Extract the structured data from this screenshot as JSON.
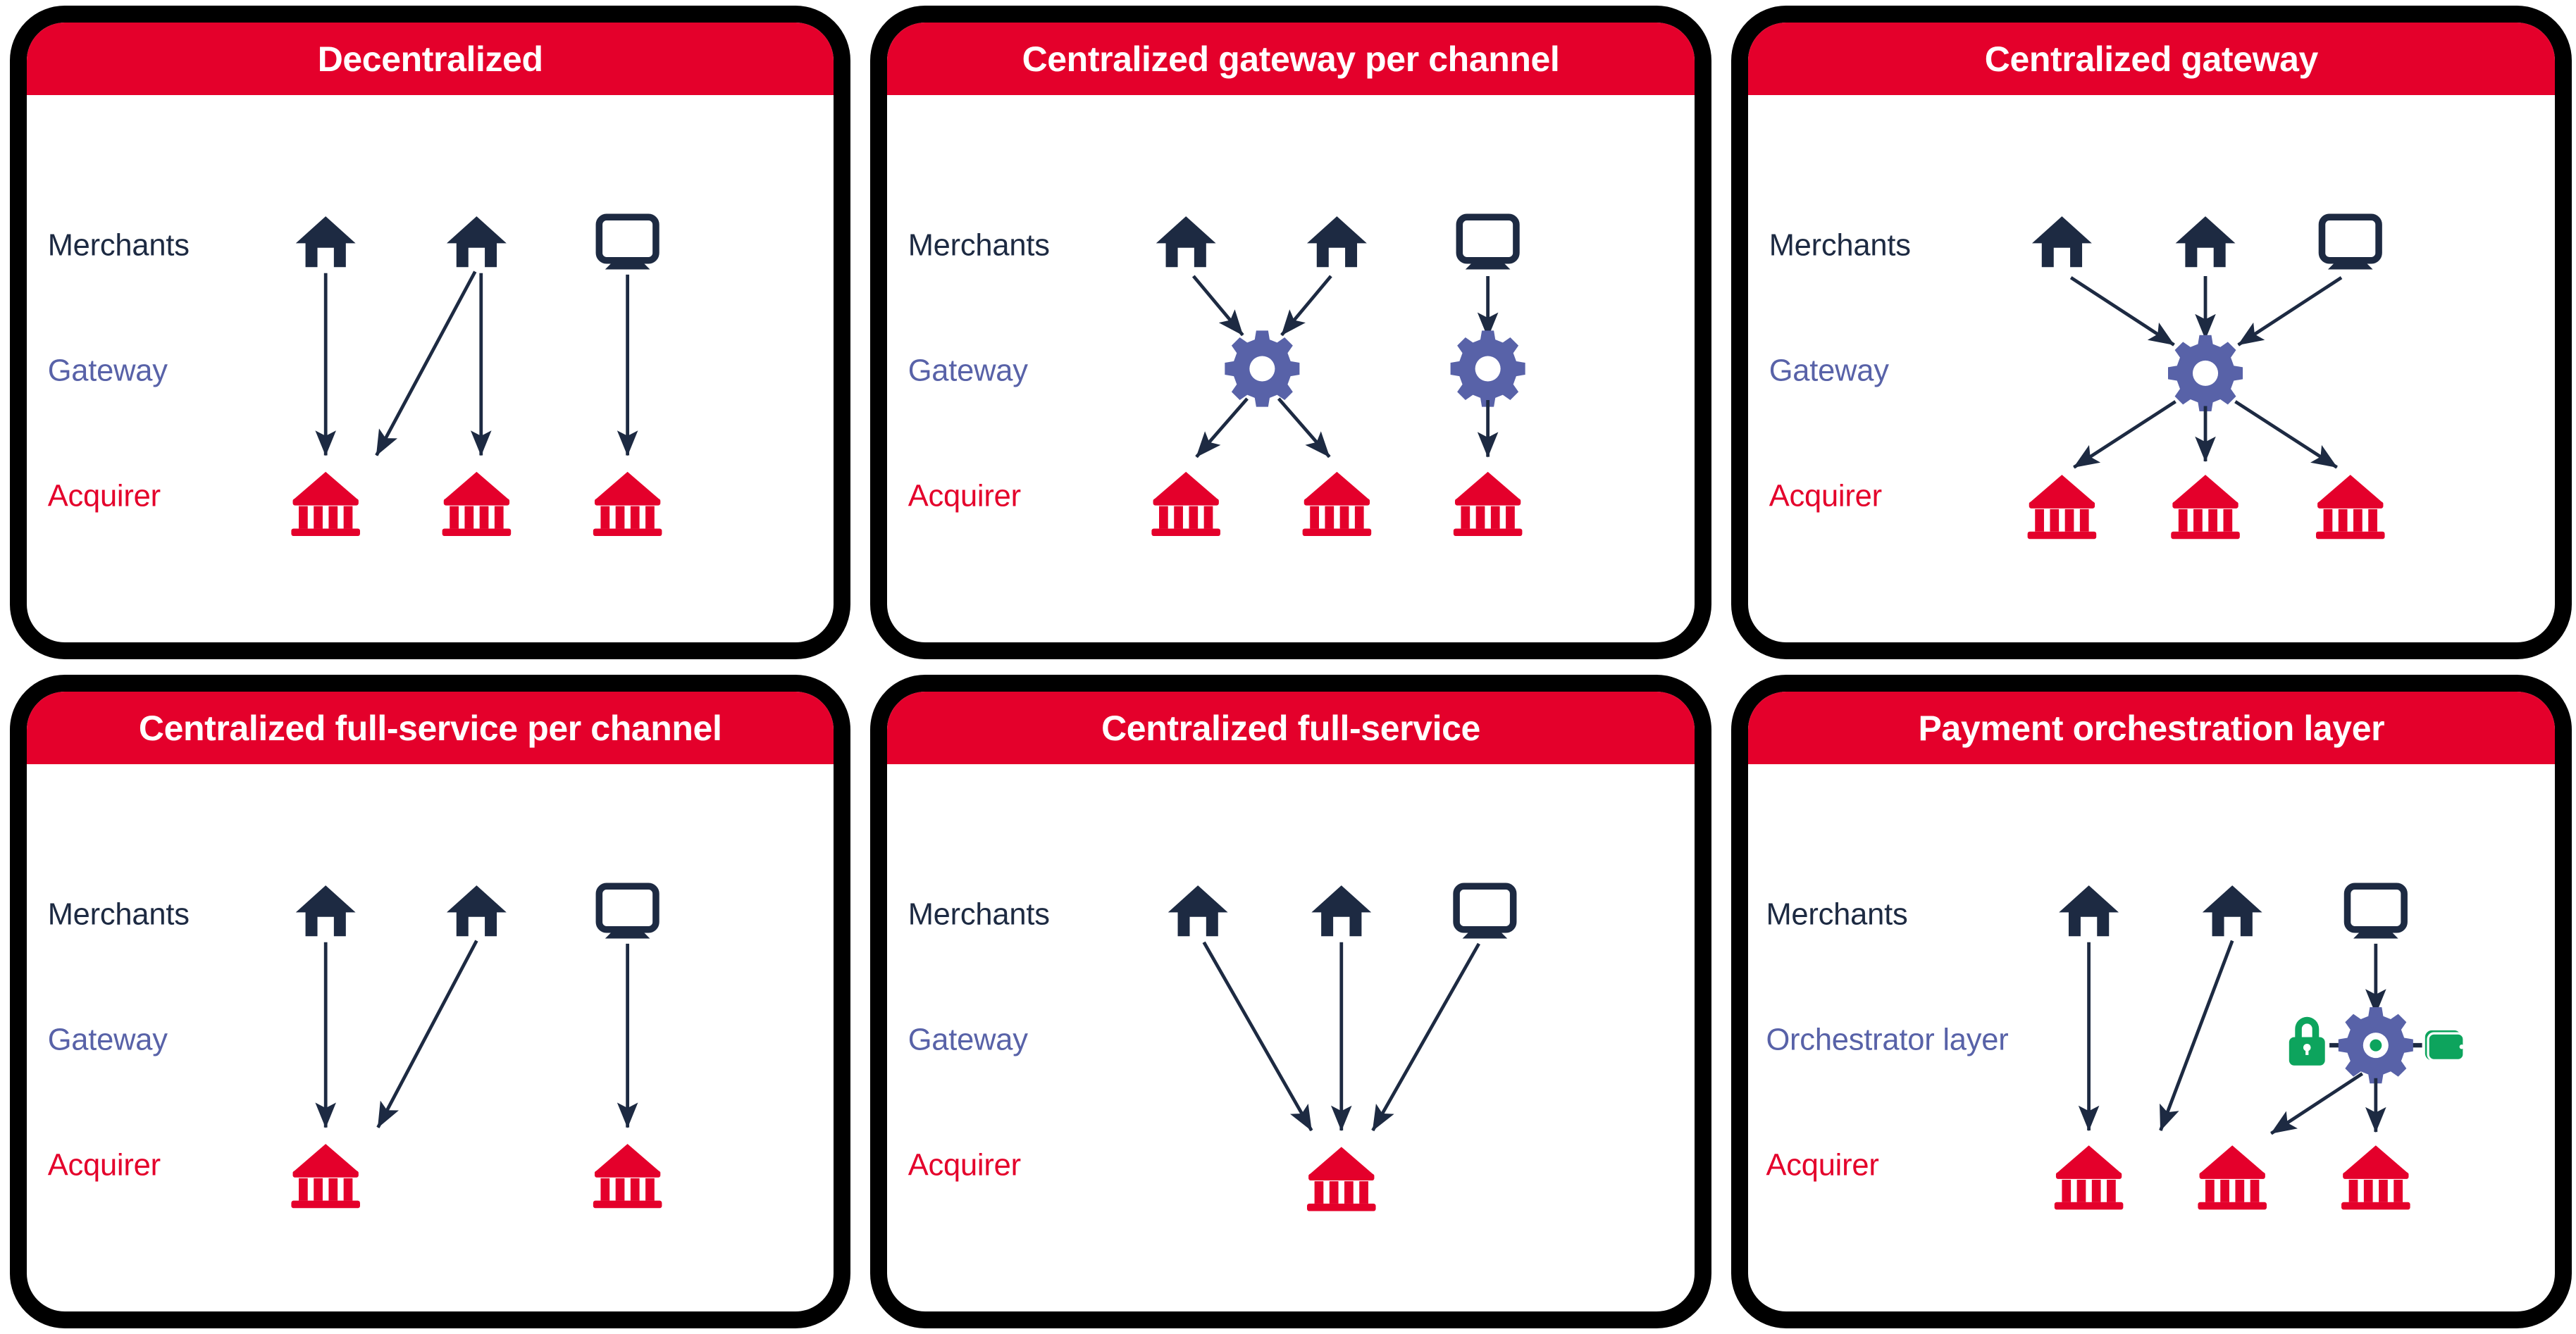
{
  "diagram": {
    "title_row_labels": {
      "merchants": "Merchants",
      "gateway": "Gateway",
      "orchestrator": "Orchestrator layer",
      "acquirer": "Acquirer"
    },
    "colors": {
      "header_red": "#E4002B",
      "border_black": "#000000",
      "merchant_navy": "#1D2A42",
      "gateway_blue": "#5862A8",
      "acquirer_red": "#E4002B",
      "lock_green": "#0DA45D",
      "wallet_green": "#0DA45D",
      "panel_white": "#FFFFFF",
      "arrow_navy": "#1D2A42"
    },
    "icon_names": {
      "merchant_store": "store-icon",
      "merchant_online": "monitor-icon",
      "gateway": "gear-icon",
      "acquirer": "bank-icon",
      "security": "lock-icon",
      "wallet": "wallet-icon"
    },
    "panels": [
      {
        "id": "decentralized",
        "title": "Decentralized",
        "labels": [
          "Merchants",
          "Gateway",
          "Acquirer"
        ],
        "merchants": [
          "store-icon",
          "store-icon",
          "monitor-icon"
        ],
        "gateways": [],
        "acquirers": [
          "bank-icon",
          "bank-icon",
          "bank-icon"
        ],
        "description": "Three merchants connect directly to three acquirers; one merchant also routes to a second acquirer."
      },
      {
        "id": "centralized-gateway-per-channel",
        "title": "Centralized gateway per channel",
        "labels": [
          "Merchants",
          "Gateway",
          "Acquirer"
        ],
        "merchants": [
          "store-icon",
          "store-icon",
          "monitor-icon"
        ],
        "gateways": [
          "gear-icon",
          "gear-icon"
        ],
        "acquirers": [
          "bank-icon",
          "bank-icon",
          "bank-icon"
        ],
        "description": "Two store merchants feed one gateway that fans out to two acquirers; the online channel has its own gateway to a third acquirer."
      },
      {
        "id": "centralized-gateway",
        "title": "Centralized gateway",
        "labels": [
          "Merchants",
          "Gateway",
          "Acquirer"
        ],
        "merchants": [
          "store-icon",
          "store-icon",
          "monitor-icon"
        ],
        "gateways": [
          "gear-icon"
        ],
        "acquirers": [
          "bank-icon",
          "bank-icon",
          "bank-icon"
        ],
        "description": "All three merchants feed one central gateway which fans out to three acquirers."
      },
      {
        "id": "centralized-full-service-per-channel",
        "title": "Centralized full-service per channel",
        "labels": [
          "Merchants",
          "Gateway",
          "Acquirer"
        ],
        "merchants": [
          "store-icon",
          "store-icon",
          "monitor-icon"
        ],
        "gateways": [],
        "acquirers": [
          "bank-icon",
          "bank-icon"
        ],
        "description": "Two store merchants route to one full-service acquirer; the online channel routes to a separate acquirer."
      },
      {
        "id": "centralized-full-service",
        "title": "Centralized full-service",
        "labels": [
          "Merchants",
          "Gateway",
          "Acquirer"
        ],
        "merchants": [
          "store-icon",
          "store-icon",
          "monitor-icon"
        ],
        "gateways": [],
        "acquirers": [
          "bank-icon"
        ],
        "description": "All three merchants route to a single full-service acquirer."
      },
      {
        "id": "payment-orchestration-layer",
        "title": "Payment orchestration layer",
        "labels": [
          "Merchants",
          "Orchestrator layer",
          "Acquirer"
        ],
        "merchants": [
          "store-icon",
          "store-icon",
          "monitor-icon"
        ],
        "gateways": [
          "lock-icon",
          "gear-icon",
          "wallet-icon"
        ],
        "acquirers": [
          "bank-icon",
          "bank-icon",
          "bank-icon"
        ],
        "description": "Two merchants route direct to acquirers; the online channel goes through an orchestration layer (lock, gear, wallet) that routes to two acquirers."
      }
    ]
  }
}
